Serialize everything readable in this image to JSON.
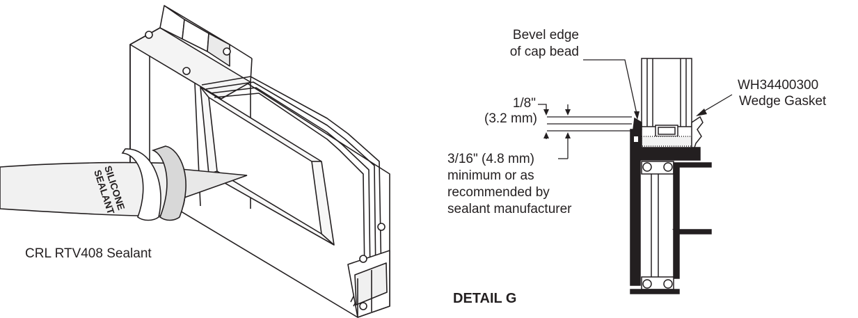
{
  "labels": {
    "bevel_line1": "Bevel edge",
    "bevel_line2": "of cap bead",
    "eighth": "1/8\"",
    "eighth_mm": "(3.2 mm)",
    "min_line1": "3/16\" (4.8 mm)",
    "min_line2": "minimum or as",
    "min_line3": "recommended by",
    "min_line4": "sealant manufacturer",
    "gasket_part": "WH34400300",
    "gasket_name": "Wedge Gasket",
    "sealant": "CRL RTV408 Sealant",
    "detail": "DETAIL G",
    "tube_line1": "SILICONE",
    "tube_line2": "SEALANT"
  }
}
